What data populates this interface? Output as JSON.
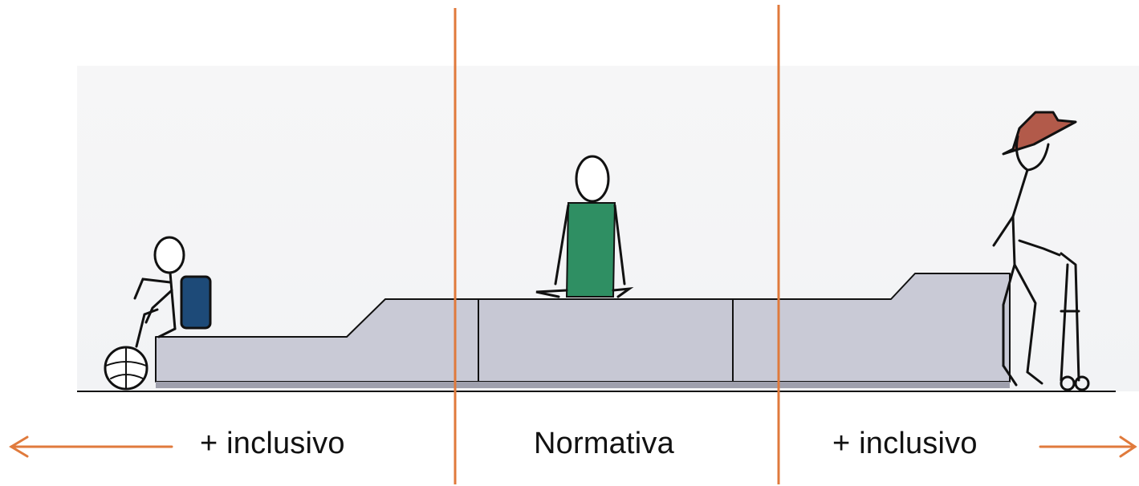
{
  "labels": {
    "left": "+ inclusivo",
    "center": "Normativa",
    "right": "+ inclusivo"
  },
  "colors": {
    "divider": "#e07a3c",
    "arrow": "#e07a3c",
    "bench": "#c9cad6",
    "bench_edge": "#9fa0ad",
    "shirt_green": "#2f8f63",
    "backpack_blue": "#1d4a78",
    "hat_red": "#b25a4a",
    "ink": "#111111"
  },
  "icons": {
    "left_figure": "child-with-ball-icon",
    "center_figure": "person-sitting-icon",
    "right_figure": "elderly-with-walker-icon",
    "left_arrow": "arrow-left-icon",
    "right_arrow": "arrow-right-icon"
  }
}
